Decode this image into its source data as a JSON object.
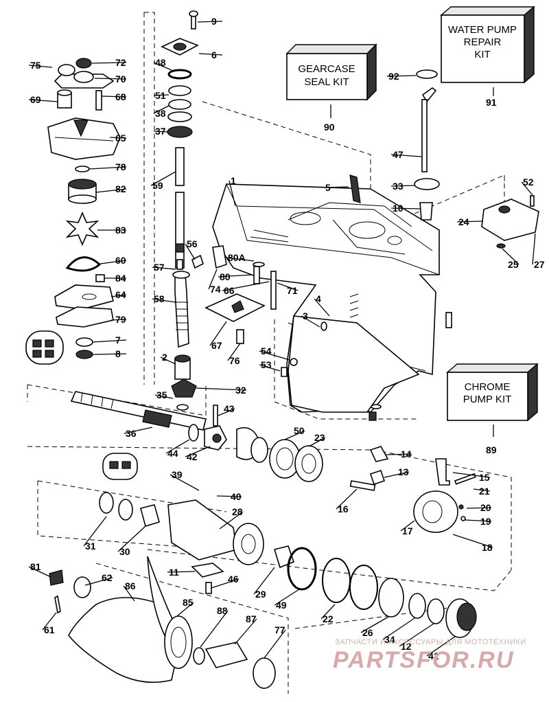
{
  "kits": [
    {
      "id": "gearcase-seal-kit",
      "lines": [
        "GEARCASE",
        "SEAL KIT"
      ],
      "number": "90"
    },
    {
      "id": "water-pump-repair-kit",
      "lines": [
        "WATER PUMP",
        "REPAIR",
        "KIT"
      ],
      "number": "91"
    },
    {
      "id": "chrome-pump-kit",
      "lines": [
        "CHROME",
        "PUMP KIT"
      ],
      "number": "89"
    }
  ],
  "callouts": [
    "9",
    "6",
    "48",
    "51",
    "38",
    "37",
    "59",
    "56",
    "57",
    "58",
    "2",
    "35",
    "32",
    "43",
    "44",
    "42",
    "36",
    "75",
    "72",
    "70",
    "68",
    "69",
    "65",
    "78",
    "82",
    "83",
    "60",
    "84",
    "64",
    "79",
    "7",
    "8",
    "1",
    "5",
    "92",
    "47",
    "33",
    "10",
    "52",
    "24",
    "25",
    "27",
    "80A",
    "80",
    "74",
    "66",
    "71",
    "4",
    "3",
    "67",
    "76",
    "54",
    "53",
    "50",
    "23",
    "14",
    "13",
    "16",
    "15",
    "21",
    "20",
    "19",
    "17",
    "18",
    "39",
    "40",
    "28",
    "31",
    "30",
    "11",
    "46",
    "29",
    "49",
    "22",
    "26",
    "34",
    "12",
    "41",
    "81",
    "62",
    "86",
    "61",
    "85",
    "88",
    "87",
    "77"
  ],
  "watermark": {
    "caption": "ЗАПЧАСТИ И АКСЕССУАРЫ ДЛЯ МОТОТЕХНИКИ",
    "logo": "PARTSFOR.RU"
  }
}
